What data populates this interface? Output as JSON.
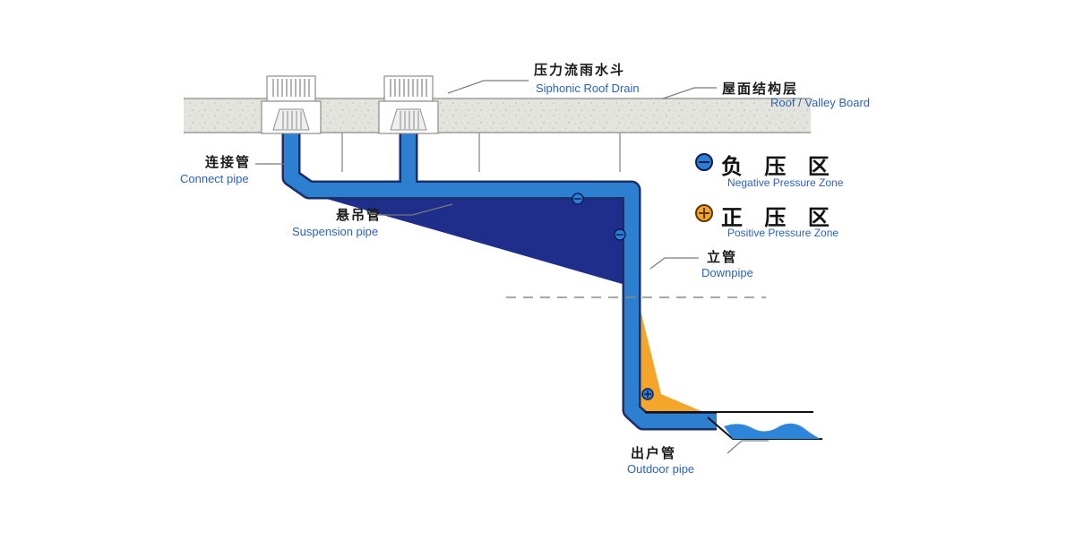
{
  "labels": {
    "siphonic_drain_cn": "压力流雨水斗",
    "siphonic_drain_en": "Siphonic  Roof Drain",
    "roof_cn": "屋面结构层",
    "roof_en": "Roof / Valley Board",
    "connect_cn": "连接管",
    "connect_en": "Connect pipe",
    "suspension_cn": "悬吊管",
    "suspension_en": "Suspension pipe",
    "downpipe_cn": "立管",
    "downpipe_en": "Downpipe",
    "outdoor_cn": "出户管",
    "outdoor_en": "Outdoor pipe"
  },
  "legend": {
    "negative_cn": "负 压 区",
    "negative_en": "Negative Pressure Zone",
    "positive_cn": "正 压 区",
    "positive_en": "Positive Pressure Zone"
  },
  "colors": {
    "pipe": "#2d7fd0",
    "negative_zone": "#1e2e8a",
    "positive_zone": "#f4a62a",
    "roof": "#e3e3df",
    "water": "#2d86d9"
  }
}
